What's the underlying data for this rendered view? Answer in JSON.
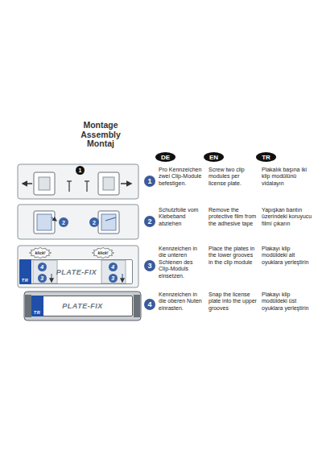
{
  "diagram": {
    "title": "Montage Assembly Montaj",
    "nodes": [
      {
        "text": [
          "DE"
        ]
      },
      {
        "text": [
          "EN"
        ]
      },
      {
        "text": [
          "TR"
        ]
      },
      {
        "text": [
          "1"
        ]
      },
      {
        "text": [
          "1"
        ]
      },
      {
        "text": [
          "2"
        ]
      },
      {
        "text": [
          "2"
        ]
      },
      {
        "text": [
          "2"
        ]
      },
      {
        "text": [
          "klick!"
        ]
      },
      {
        "text": [
          "klick!"
        ]
      },
      {
        "text": [
          "PLATE-FIX"
        ]
      },
      {
        "text": [
          "TR"
        ],
        "in": 10
      },
      {
        "text": [
          "4"
        ],
        "in": 10
      },
      {
        "text": [
          "4"
        ],
        "in": 10
      },
      {
        "text": [
          "3"
        ],
        "in": 10
      },
      {
        "text": [
          "3"
        ],
        "in": 10
      },
      {
        "text": [
          "3"
        ]
      },
      {
        "text": [
          "PLATE-FIX"
        ]
      },
      {
        "text": [
          "TR"
        ],
        "in": 17
      },
      {
        "text": [
          "4"
        ]
      }
    ],
    "labels": [
      "Pro Kennzeichen zwei Clip-Module befestigen.",
      "Screw two clip modules per license plate.",
      "Plakalık başına iki klip modülünü vidalayın",
      "Schutzfolie vom Klebeband abziehen",
      "Remove the protective film from the adhesive tape",
      "Yapışkan bantın üzerindeki koruyucu filmi çıkarın",
      "Kennzeichen in die unteren Schienen des Clip-Moduls einsetzen.",
      "Place the plates in the lower grooves in the clip module",
      "Plakayı klip modüldeki alt oyuklara yerleştirin",
      "Kennzeichen in die oberen Nuten einrasten.",
      "Snap the license plate into the upper grooves",
      "Plakayı klip modüldeki üst oyuklara yerleştirin"
    ]
  }
}
